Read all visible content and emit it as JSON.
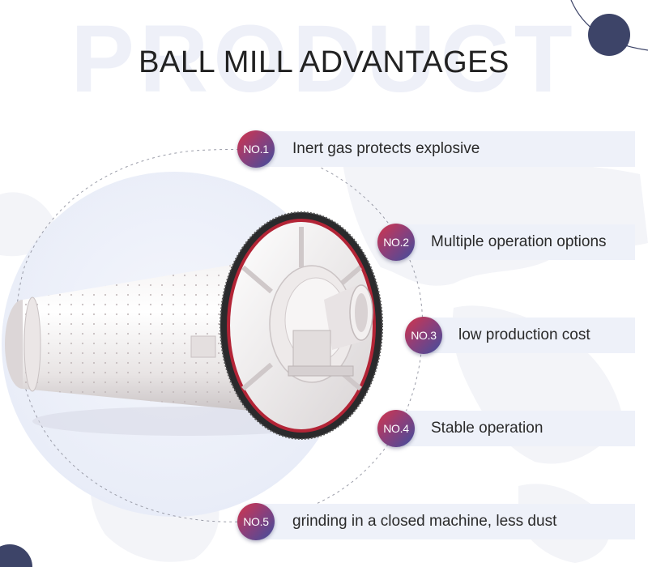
{
  "watermark": "PRODUCT",
  "title": "BALL MILL ADVANTAGES",
  "colors": {
    "accent_red": "#d4344a",
    "accent_blue": "#3f4e9e",
    "dark_dot": "#3d4468",
    "bar_bg": "#eef1f9"
  },
  "features": [
    {
      "badge": "NO.1",
      "text": "Inert gas protects explosive"
    },
    {
      "badge": "NO.2",
      "text": "Multiple operation options"
    },
    {
      "badge": "NO.3",
      "text": "low production cost"
    },
    {
      "badge": "NO.4",
      "text": "Stable operation"
    },
    {
      "badge": "NO.5",
      "text": "grinding in a closed machine, less dust"
    }
  ]
}
